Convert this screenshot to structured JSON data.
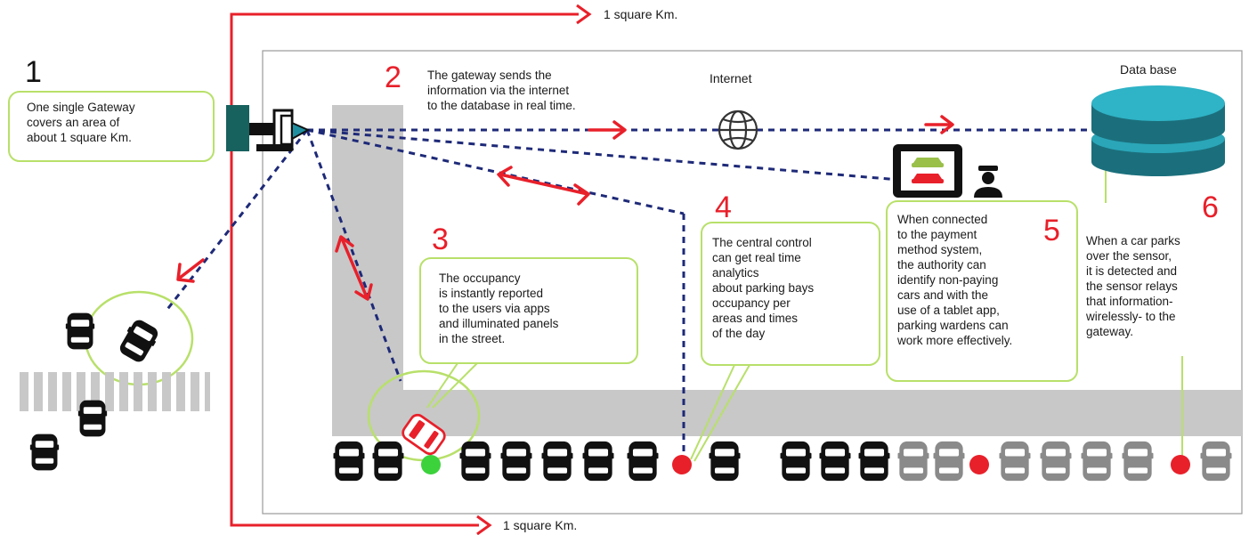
{
  "colors": {
    "red": "#e8202a",
    "navy": "#1e2a78",
    "road_gray": "#c8c8c8",
    "bubble_green": "#b8e06a",
    "gateway_teal": "#17615f",
    "database_teal": "#1f8fa0",
    "free_bay_green": "#3cd23c",
    "occupied_car": "#111111",
    "parked_gray_car": "#8a8a8a"
  },
  "scale_labels": {
    "top": "1 square Km.",
    "bottom": "1 square Km."
  },
  "nodes": {
    "internet_label": "Internet",
    "database_label": "Data base",
    "internet_icon": "globe-icon",
    "database_icon": "database-icon",
    "tablet_icon": "tablet-icon",
    "warden_icon": "parking-warden-icon",
    "gateway_icon": "gateway-antenna-icon"
  },
  "steps": [
    {
      "number": "1",
      "text": "One single Gateway\ncovers an area of\nabout 1 square Km."
    },
    {
      "number": "2",
      "text": "The gateway sends the\ninformation via the internet\nto the database in real time."
    },
    {
      "number": "3",
      "text": "The occupancy\nis instantly reported\nto the users via apps\nand illuminated panels\n in the street."
    },
    {
      "number": "4",
      "text": "The central control\ncan get real time\nanalytics\nabout parking bays\noccupancy per\nareas and times\nof the day"
    },
    {
      "number": "5",
      "text": "When connected\nto the payment\nmethod system,\nthe authority can\nidentify non-paying\ncars and with the\nuse of a tablet app,\nparking wardens can\nwork more effectively."
    },
    {
      "number": "6",
      "text": "When a car parks\nover the sensor,\nit is detected and\nthe sensor relays\nthat information-\nwirelessly- to the\ngateway."
    }
  ],
  "parking_row": [
    "black",
    "black",
    "free",
    "black",
    "black",
    "black",
    "black",
    "black",
    "sensor",
    "black",
    "gap",
    "black",
    "black",
    "black",
    "gray",
    "gray",
    "sensor",
    "gray",
    "gray",
    "gray",
    "gray",
    "sensor",
    "gray"
  ]
}
